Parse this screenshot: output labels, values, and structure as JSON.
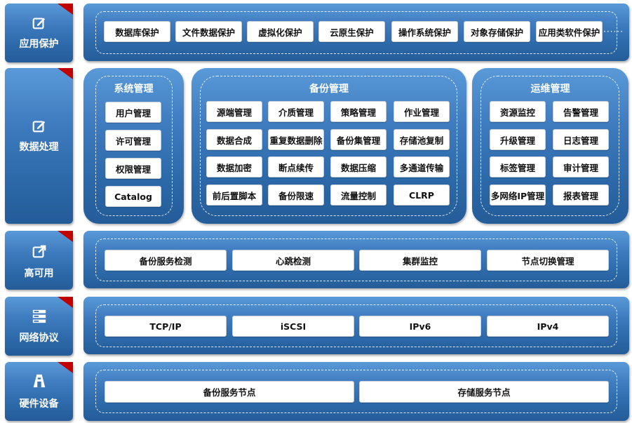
{
  "layers": [
    {
      "label": "应用保护",
      "icon": "edit-icon"
    },
    {
      "label": "数据处理",
      "icon": "edit-icon"
    },
    {
      "label": "高可用",
      "icon": "external-link-icon"
    },
    {
      "label": "网络协议",
      "icon": "server-icon"
    },
    {
      "label": "硬件设备",
      "icon": "tower-icon"
    }
  ],
  "app_protection": {
    "items": [
      "数据库保护",
      "文件数据保护",
      "虚拟化保护",
      "云原生保护",
      "操作系统保护",
      "对象存储保护",
      "应用类软件保护"
    ],
    "more": "······"
  },
  "data_processing": {
    "system": {
      "title": "系统管理",
      "items": [
        "用户管理",
        "许可管理",
        "权限管理",
        "Catalog"
      ]
    },
    "backup": {
      "title": "备份管理",
      "items": [
        [
          "源端管理",
          "介质管理",
          "策略管理",
          "作业管理"
        ],
        [
          "数据合成",
          "重复数据删除",
          "备份集管理",
          "存储池复制"
        ],
        [
          "数据加密",
          "断点续传",
          "数据压缩",
          "多通道传输"
        ],
        [
          "前后置脚本",
          "备份限速",
          "流量控制",
          "CLRP"
        ]
      ]
    },
    "ops": {
      "title": "运维管理",
      "items": [
        [
          "资源监控",
          "告警管理"
        ],
        [
          "升级管理",
          "日志管理"
        ],
        [
          "标签管理",
          "审计管理"
        ],
        [
          "多网络IP管理",
          "报表管理"
        ]
      ]
    }
  },
  "high_availability": {
    "items": [
      "备份服务检测",
      "心跳检测",
      "集群监控",
      "节点切换管理"
    ]
  },
  "network_protocol": {
    "items": [
      "TCP/IP",
      "iSCSI",
      "IPv6",
      "IPv4"
    ]
  },
  "hardware": {
    "items": [
      "备份服务节点",
      "存储服务节点"
    ]
  },
  "colors": {
    "panel_top": "#5a9ad8",
    "panel_bottom": "#245c98",
    "corner_marker": "#c00000"
  }
}
